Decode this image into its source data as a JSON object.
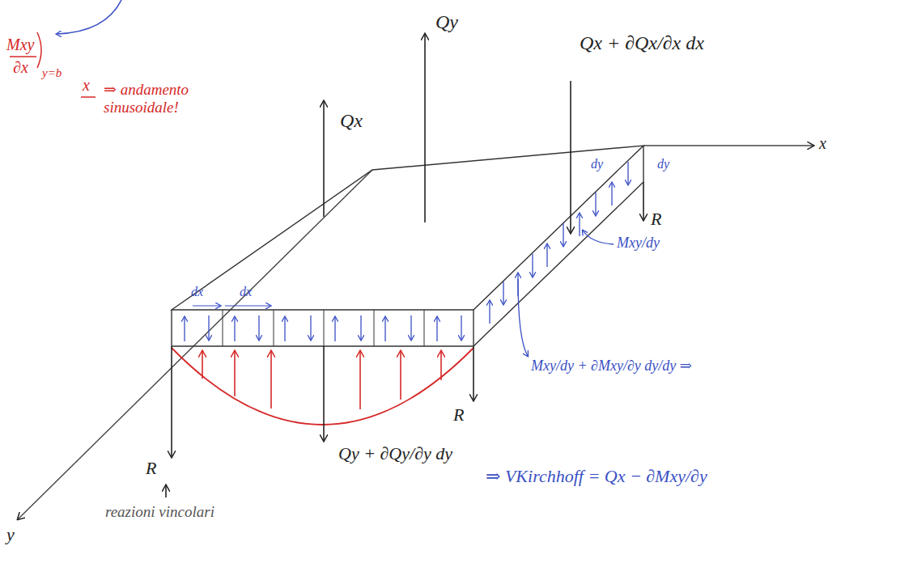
{
  "diagram": {
    "labels": [
      "Mxy",
      "∂x",
      "y=b",
      "x",
      "⇒ andamento sinusoidale!",
      "Qy",
      "Qx",
      "Qx + ∂Qx/∂x dx",
      "x",
      "y",
      "dx",
      "dx",
      "dy",
      "dy",
      "R",
      "R",
      "R",
      "Mxy/dy",
      "Mxy/dy + ∂Mxy/∂y dy/dy ⇒",
      "Qy + ∂Qy/∂y dy",
      "reazioni vincolari",
      "⇒ VKirchhoff = Qx − ∂Mxy/∂y"
    ]
  }
}
